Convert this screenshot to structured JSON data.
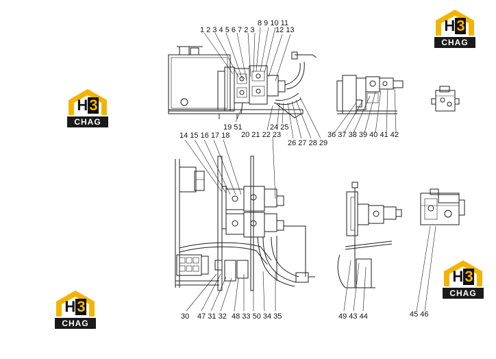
{
  "callouts": [
    {
      "id": "c1",
      "text": "1 2 3  4 5 6  7 2 3"
    },
    {
      "id": "c2",
      "text": "8 9 10 11"
    },
    {
      "id": "c3",
      "text": "12 13"
    },
    {
      "id": "c4",
      "text": "19 51"
    },
    {
      "id": "c5",
      "text": "20 21 22 23"
    },
    {
      "id": "c6",
      "text": "24 25"
    },
    {
      "id": "c7",
      "text": "26 27 28 29"
    },
    {
      "id": "c8",
      "text": "36 37 38 39 40 41 42"
    },
    {
      "id": "c9",
      "text": "14 15 16 17 18"
    },
    {
      "id": "c10",
      "text": "30"
    },
    {
      "id": "c11",
      "text": "47 31 32"
    },
    {
      "id": "c12",
      "text": "48 33 50 34 35"
    },
    {
      "id": "c13",
      "text": "49 43 44"
    },
    {
      "id": "c14",
      "text": "45 46"
    }
  ],
  "logo": {
    "monogram_letter": "H",
    "monogram_digit": "3",
    "brand": "CHAG",
    "colors": {
      "roof": "#f3b400",
      "text": "#111111",
      "brand_bg": "#1a1a1a"
    }
  },
  "colors": {
    "line": "#1a1a1a",
    "background": "#ffffff"
  }
}
